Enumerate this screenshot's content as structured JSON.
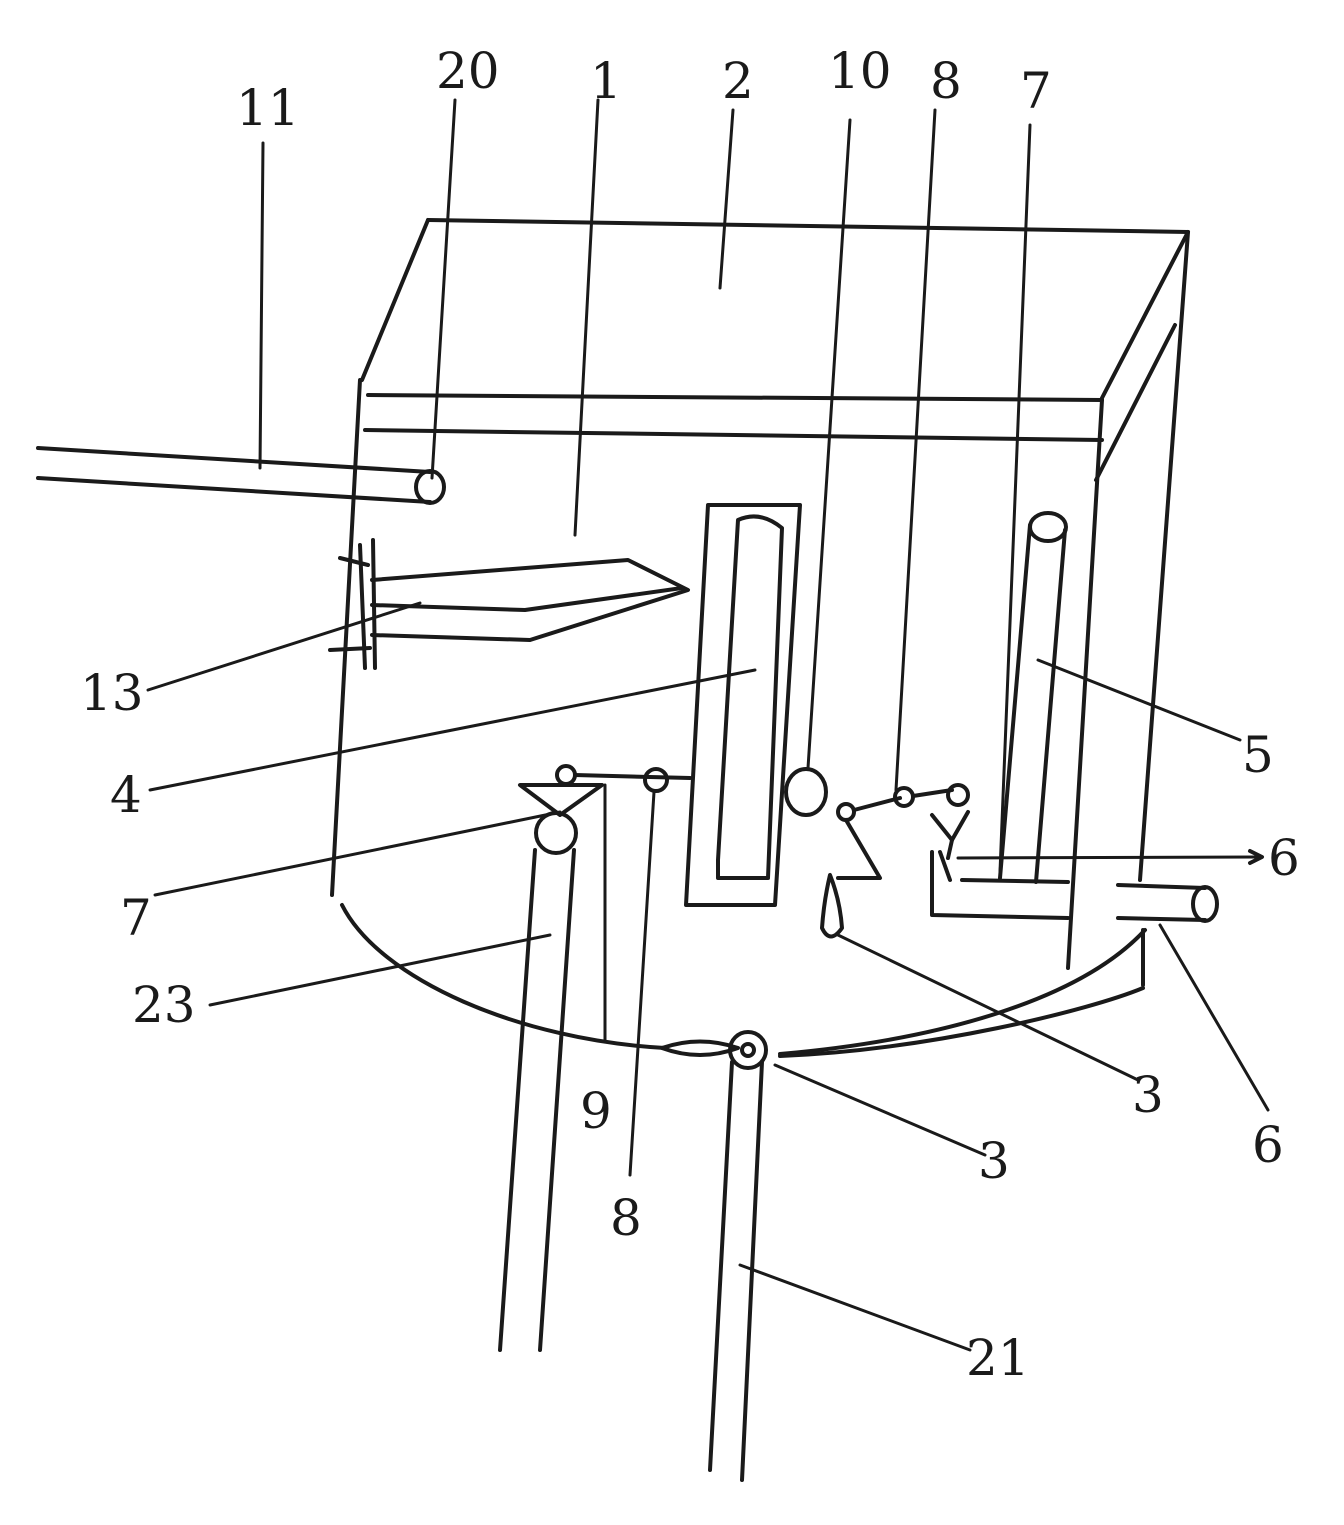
{
  "labels": {
    "n11": "11",
    "n20": "20",
    "n1": "1",
    "n2": "2",
    "n10": "10",
    "n8_top": "8",
    "n7_top": "7",
    "n13": "13",
    "n4": "4",
    "n5": "5",
    "n6_right": "6",
    "n7_left": "7",
    "n23": "23",
    "n9": "9",
    "n8_bottom": "8",
    "n3_right": "3",
    "n3_bottom": "3",
    "n6_bottom": "6",
    "n21": "21"
  }
}
